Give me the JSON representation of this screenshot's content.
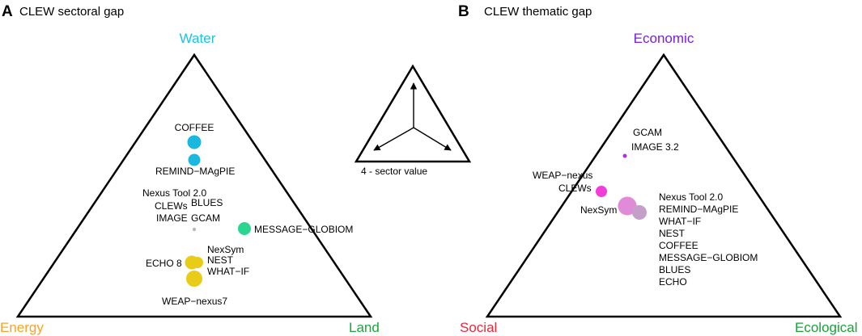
{
  "colors": {
    "water": "#1ec0e3",
    "energy": "#f5a524",
    "land": "#1aa83c",
    "economic": "#7a1fd6",
    "social": "#e8283c",
    "ecological": "#16a437",
    "cyan_dot": "#1ab7e0",
    "green_dot": "#2ad68f",
    "yellow_dot": "#e8cc18",
    "grey_dot": "#b8b8b8",
    "purple_dot": "#b030e0",
    "magenta_dot": "#f23dd8",
    "pink_dot": "#e08ad8",
    "mauve_dot": "#c4a0c8"
  },
  "panel_a": {
    "letter": "A",
    "title": "CLEW sectoral gap",
    "vertex_top": "Water",
    "vertex_left": "Energy",
    "vertex_right": "Land",
    "labels": {
      "coffee": "COFFEE",
      "remind": "REMIND−MAgPIE",
      "nexus_tool": "Nexus Tool 2.0",
      "clews": "CLEWs",
      "blues": "BLUES",
      "image": "IMAGE",
      "gcam": "GCAM",
      "message": "MESSAGE−GLOBIOM",
      "nexsym": "NexSym",
      "echo": "ECHO 8",
      "nest": "NEST",
      "whatif": "WHAT−IF",
      "weap": "WEAP−nexus7"
    }
  },
  "legend": {
    "label": "4 - sector value"
  },
  "panel_b": {
    "letter": "B",
    "title": "CLEW thematic gap",
    "vertex_top": "Economic",
    "vertex_left": "Social",
    "vertex_right": "Ecological",
    "labels": {
      "gcam": "GCAM",
      "image": "IMAGE 3.2",
      "weap": "WEAP−nexus",
      "clews": "CLEWs",
      "nexsym": "NexSym",
      "list": [
        "Nexus Tool 2.0",
        "REMIND−MAgPIE",
        "WHAT−IF",
        "NEST",
        "COFFEE",
        "MESSAGE−GLOBIOM",
        "BLUES",
        "ECHO"
      ]
    }
  }
}
